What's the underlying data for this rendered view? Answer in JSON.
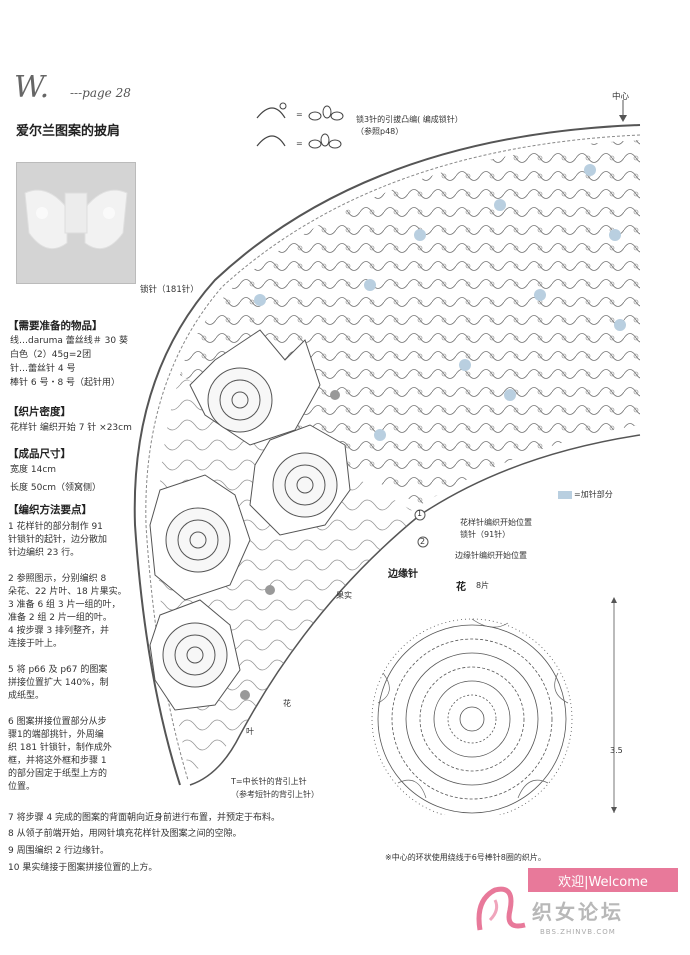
{
  "header": {
    "w_letter": "W.",
    "page_ref": "---page 28",
    "title": "爱尔兰图案的披肩"
  },
  "materials": {
    "heading": "【需要准备的物品】",
    "lines": [
      "线…daruma 蕾丝线＃ 30 葵",
      "白色（2）45g=2团",
      "针…蕾丝针 4 号",
      "棒针 6 号・8 号（起针用）"
    ]
  },
  "gauge": {
    "heading": "【织片密度】",
    "lines": [
      "花样针  编织开始 7 针 ×23cm"
    ]
  },
  "size": {
    "heading": "【成品尺寸】",
    "lines": [
      "宽度 14cm",
      "长度 50cm（领窝侧）"
    ]
  },
  "method": {
    "heading": "【编织方法要点】",
    "lines": [
      "1 花样针的部分制作 91",
      "针锁针的起针，边分散加",
      "针边编织 23 行。",
      "2 参照图示，分别编织 8",
      "朵花、22 片叶、18 片果实。",
      "3 准备 6 组 3 片一组的叶，",
      "准备 2 组 2 片一组的叶。",
      "4 按步骤 3 排列整齐，并",
      "连接于叶上。",
      "5 将 p66 及 p67 的图案",
      "拼接位置扩大 140%，制",
      "成纸型。",
      "6 图案拼接位置部分从步",
      "骤1的端部挑针，外周编",
      "织 181 针锁针，制作成外",
      "框，并将这外框和步骤 1",
      "的部分固定于纸型上方的",
      "位置。",
      "7 将步骤 4 完成的图案的背面朝向近身前进行布置，并预定于布料。",
      "8 从领子前端开始，用网针填充花样针及图案之间的空隙。",
      "9 周围编织 2 行边缘针。",
      "10 果实缝接于图案拼接位置的上方。"
    ]
  },
  "legend": {
    "sym1": "=",
    "sym2": "=",
    "desc_line1": "锁3针的引拔凸编( 编成锁针）",
    "desc_line2": "（参照p48）",
    "half_dc": "T=中长针的背引上针",
    "half_dc_ref": "（参考短针的背引上针）"
  },
  "diagram": {
    "center": "中心",
    "chain181": "锁针（181针）",
    "increase_note": "=加针部分",
    "pattern_start_line1": "花样针编织开始位置",
    "pattern_start_line2": "锁针（91针）",
    "circle1": "1",
    "circle2": "2",
    "edging_start": "边缘针编织开始位置",
    "edging": "边缘针",
    "fruit": "果实",
    "flower_label": "花",
    "leaf_label": "叶"
  },
  "flower_chart": {
    "title": "花",
    "count": "8片",
    "dimension": "3.5",
    "note": "※中心的环状使用绕线于6号棒针8圈的织片。"
  },
  "watermark": {
    "banner": "欢迎|Welcome",
    "brand": "织女论坛",
    "url": "BBS.ZHINVB.COM"
  }
}
